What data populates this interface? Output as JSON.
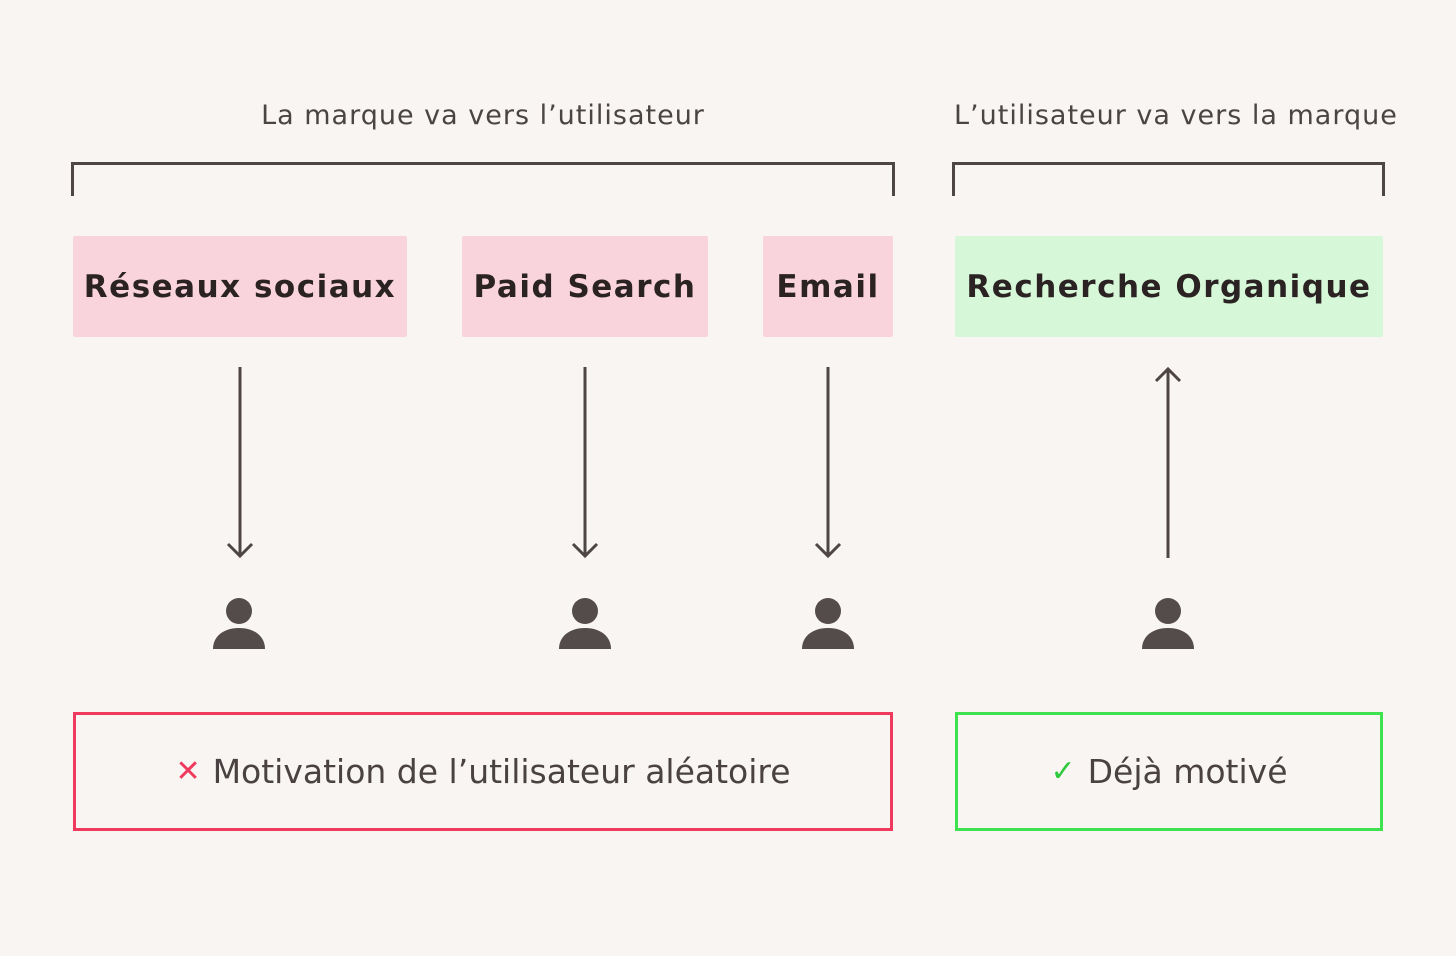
{
  "headings": {
    "push": "La marque va vers l’utilisateur",
    "pull": "L’utilisateur va vers la marque"
  },
  "channels": [
    {
      "label": "Réseaux sociaux",
      "type": "push",
      "direction": "down"
    },
    {
      "label": "Paid Search",
      "type": "push",
      "direction": "down"
    },
    {
      "label": "Email",
      "type": "push",
      "direction": "down"
    },
    {
      "label": "Recherche Organique",
      "type": "pull",
      "direction": "up"
    }
  ],
  "outcomes": {
    "push": {
      "icon": "cross-icon",
      "mark": "✕",
      "text": "Motivation de l’utilisateur aléatoire",
      "color": "#ef3a5d"
    },
    "pull": {
      "icon": "check-icon",
      "mark": "✓",
      "text": "Déjà motivé",
      "color": "#3ee24e"
    }
  },
  "colors": {
    "push_box": "#fad4dc",
    "pull_box": "#d6f8d9",
    "line": "#4e4545",
    "background": "#f8f5f3"
  }
}
